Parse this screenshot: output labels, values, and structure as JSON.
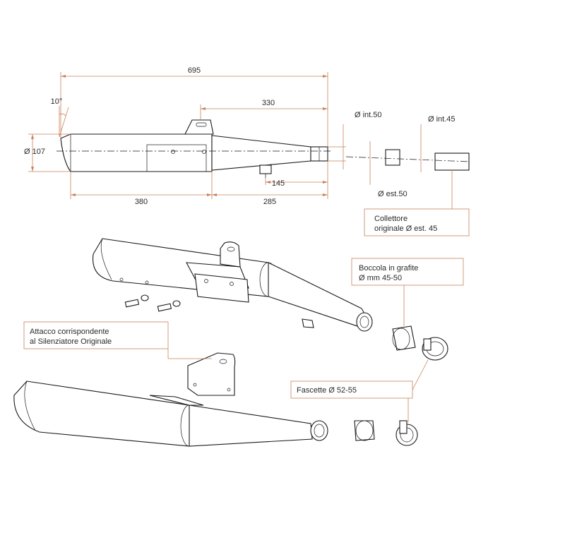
{
  "dimensions": {
    "total_length": "695",
    "rear_length": "330",
    "angle": "10°",
    "diameter": "Ø 107",
    "body_length": "380",
    "cone_length": "285",
    "bracket_offset": "145",
    "int_50": "Ø int.50",
    "int_45": "Ø int.45",
    "est_50": "Ø est.50"
  },
  "labels": {
    "collettore_line1": "Collettore",
    "collettore_line2": "originale Ø est. 45",
    "boccola_line1": "Boccola in grafite",
    "boccola_line2": "Ø mm 45-50",
    "attacco_line1": "Attacco corrispondente",
    "attacco_line2": "al Silenziatore Originale",
    "fascette": "Fascette Ø 52-55"
  },
  "colors": {
    "dimension_lines": "#c8825c",
    "outline": "#1a1a1a"
  }
}
